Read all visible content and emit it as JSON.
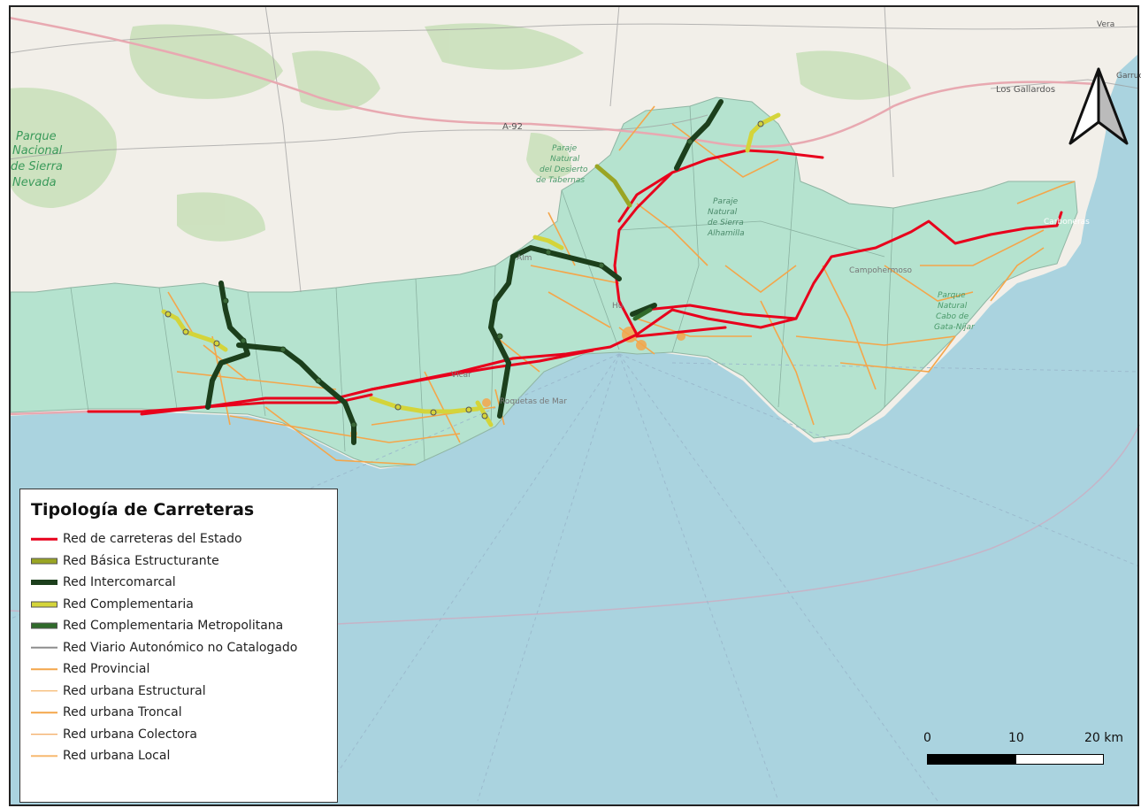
{
  "legend": {
    "title": "Tipología de Carreteras",
    "items": [
      {
        "label": "Red de carreteras del Estado",
        "color": "#e8001c",
        "style": "line"
      },
      {
        "label": "Red Básica Estructurante",
        "color": "#9aa524",
        "style": "double"
      },
      {
        "label": "Red Intercomarcal",
        "color": "#1c3f1c",
        "style": "thick"
      },
      {
        "label": "Red Complementaria",
        "color": "#d4d43a",
        "style": "double"
      },
      {
        "label": "Red Complementaria Metropolitana",
        "color": "#2f6a2a",
        "style": "double"
      },
      {
        "label": "Red Viario Autonómico no Catalogado",
        "color": "#8d8d8d",
        "style": "line"
      },
      {
        "label": "Red Provincial",
        "color": "#f4a64a",
        "style": "thin"
      },
      {
        "label": "Red urbana Estructural",
        "color": "#f4a64a",
        "style": "thin"
      },
      {
        "label": "Red urbana Troncal",
        "color": "#f4a64a",
        "style": "thin"
      },
      {
        "label": "Red urbana Colectora",
        "color": "#f09538",
        "style": "thin"
      },
      {
        "label": "Red urbana Local",
        "color": "#f7b970",
        "style": "thin"
      }
    ]
  },
  "scale": {
    "labels": [
      "0",
      "10",
      "20 km"
    ]
  },
  "map_labels": {
    "road_a92": "A-92",
    "park_sierra_nevada": [
      "Parque",
      "Nacional",
      "de Sierra",
      "Nevada"
    ],
    "park_desierto": [
      "Paraje",
      "Natural",
      "del Desierto",
      "de Tabernas"
    ],
    "park_sierra_alhamilla": [
      "Paraje",
      "Natural",
      "de Sierra",
      "Alhamilla"
    ],
    "park_cabo_gata": [
      "Parque",
      "Natural",
      "Cabo de",
      "Gata-Níjar"
    ],
    "place_vera": "Vera",
    "place_los_gallardos": "Los Gallardos",
    "place_garrucha": "Garrucha",
    "place_carboneras": "Carboneras",
    "place_campohermoso": "Campohermoso",
    "place_vicar": "Vícar",
    "place_roquetas": "Roquetas de Mar",
    "place_huercal": "Hu",
    "place_almeria": "Alm"
  },
  "colors": {
    "sea": "#aad3df",
    "land": "#f2efe9",
    "study_area": "#b5e3cf",
    "forest": "#c8dfb8",
    "estado": "#e8001c",
    "provincial": "#f4a64a"
  }
}
